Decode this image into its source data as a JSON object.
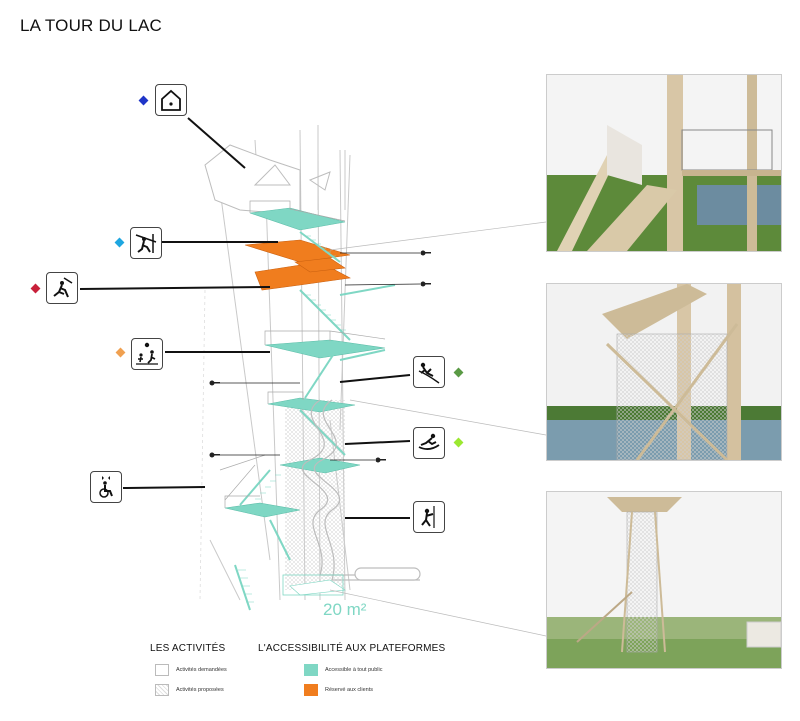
{
  "title": "LA TOUR DU LAC",
  "area_label": "20 m²",
  "legend": {
    "activities_heading": "LES ACTIVITÉS",
    "accessibility_heading": "L'ACCESSIBILITÉ AUX PLATEFORMES",
    "items": [
      {
        "label": "Activités demandées",
        "style": "plain"
      },
      {
        "label": "Activités proposées",
        "style": "hatched"
      },
      {
        "label": "Accessible à tout public",
        "color": "#7fd7c4"
      },
      {
        "label": "Réservé aux clients",
        "color": "#f07d1e"
      }
    ]
  },
  "colors": {
    "public": "#7fd7c4",
    "clients": "#f07d1e",
    "marker_blue": "#1f35c8",
    "marker_cyan": "#1ea6e0",
    "marker_red": "#c8203a",
    "marker_orange": "#f0a050",
    "marker_green": "#5a9a45",
    "marker_lime": "#9be830"
  },
  "icons": [
    {
      "name": "cabin-icon"
    },
    {
      "name": "zipline-icon"
    },
    {
      "name": "climbing-icon"
    },
    {
      "name": "kids-play-icon"
    },
    {
      "name": "slide-icon"
    },
    {
      "name": "sledding-icon"
    },
    {
      "name": "accessibility-icon"
    },
    {
      "name": "abseiling-icon"
    }
  ]
}
